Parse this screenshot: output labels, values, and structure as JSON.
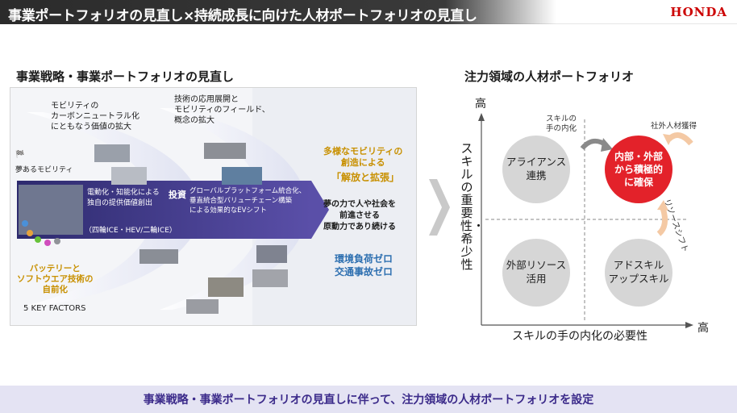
{
  "header": {
    "title": "事業ポートフォリオの見直し×持続成長に向けた人材ポートフォリオの見直し",
    "logo": "HONDA"
  },
  "left": {
    "heading": "事業戦略・事業ポートフォリオの見直し",
    "mobility_neutral": "モビリティの\nカーボンニュートラル化\nにともなう価値の拡大",
    "tech_expand": "技術の応用展開と\nモビリティのフィールド、\n概念の拡大",
    "dream_mobility": "夢あるモビリティ",
    "electrify": "電動化・知能化による\n独自の提供価値創出",
    "investment": "投資",
    "global_platform": "グローバルプラットフォーム統合化、\n垂直統合型バリューチェーン構築\nによる効果的なEVシフト",
    "ice_types": "（四輪ICE・HEV/二輪ICE）",
    "battery_software": "バッテリーと\nソフトウエア技術の\n自前化",
    "key_factors": "5 KEY FACTORS",
    "diverse_mobility": "多様なモビリティの\n創造による",
    "liberation": "「解放と拡張」",
    "dream_power": "夢の力で人や社会を\n前進させる\n原動力であり続ける",
    "zero_goals": "環境負荷ゼロ\n交通事故ゼロ"
  },
  "right": {
    "heading": "注力領域の人材ポートフォリオ",
    "y_axis_high": "高",
    "y_axis_label": "スキルの重要性・希少性",
    "x_axis_label": "スキルの手の内化の必要性",
    "x_axis_high": "高",
    "skill_internalize": "スキルの\n手の内化",
    "external_acquire": "社外人材獲得",
    "resource_shift": "リソースシフト",
    "quadrants": {
      "top_left": "アライアンス\n連携",
      "top_right": "内部・外部\nから積極的\nに確保",
      "bottom_left": "外部リソース\n活用",
      "bottom_right": "アドスキル\nアップスキル"
    },
    "colors": {
      "focus": "#e3222a",
      "neutral": "#d6d6d6",
      "arrow": "#f4c9a4"
    }
  },
  "footer": {
    "text": "事業戦略・事業ポートフォリオの見直しに伴って、注力領域の人材ポートフォリオを設定"
  }
}
